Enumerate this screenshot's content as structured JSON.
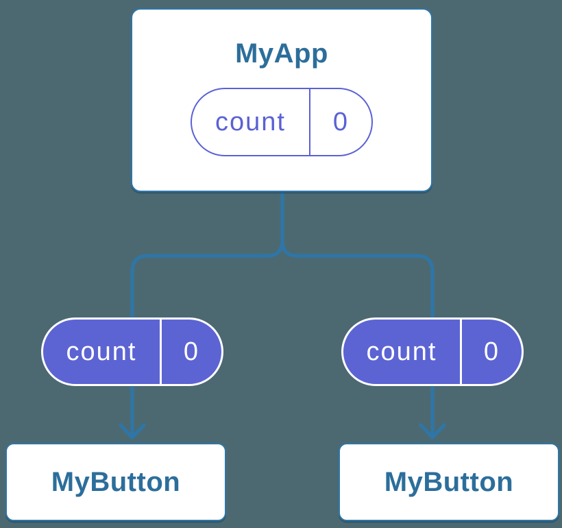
{
  "colors": {
    "background": "#4C6972",
    "connector": "#2E76A8",
    "node_background": "#FFFFFF",
    "node_border": "#2E76A8",
    "node_text": "#2C6E9B",
    "state_pill_accent": "#5A61D4",
    "prop_pill_background": "#5C64D3",
    "prop_pill_text": "#FFFFFF"
  },
  "tree": {
    "root": {
      "title": "MyApp",
      "state_pill": {
        "name": "count",
        "value": "0"
      }
    },
    "children": [
      {
        "title": "MyButton",
        "prop_pill": {
          "name": "count",
          "value": "0"
        }
      },
      {
        "title": "MyButton",
        "prop_pill": {
          "name": "count",
          "value": "0"
        }
      }
    ]
  }
}
